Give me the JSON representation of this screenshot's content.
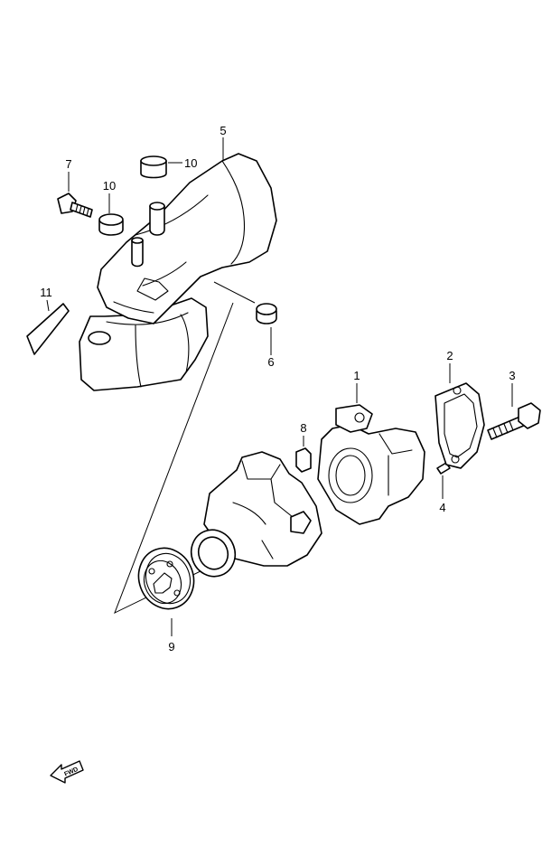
{
  "diagram": {
    "labels": {
      "p1": "1",
      "p2": "2",
      "p3": "3",
      "p4": "4",
      "p5": "5",
      "p6": "6",
      "p7": "7",
      "p8": "8",
      "p9": "9",
      "p10a": "10",
      "p10b": "10",
      "p11": "11"
    },
    "fwd_label": "FWD"
  }
}
